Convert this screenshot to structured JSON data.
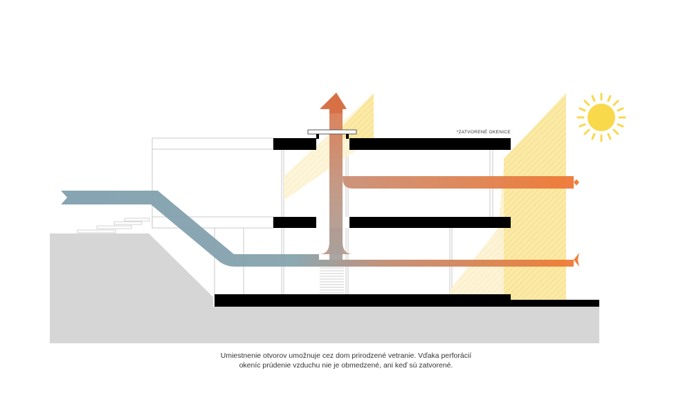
{
  "label_closed_windows": "*ZATVORENÉ OKENICE",
  "caption": {
    "line1": "Umiestnenie otvorov umožnuje cez dom prirodzené vetranie. Vďaka perforácií",
    "line2": "okeníc prúdenie vzduchu nie je obmedzené, ani keď sú zatvorené."
  },
  "colors": {
    "cool_air": "#7f9fae",
    "warm_air": "#ec7d3c",
    "sun": "#f8d94c",
    "sunlight": "#fbe7a0",
    "ground": "#d6d6d6",
    "slab": "#000000"
  },
  "icons": [
    "sun-icon"
  ]
}
